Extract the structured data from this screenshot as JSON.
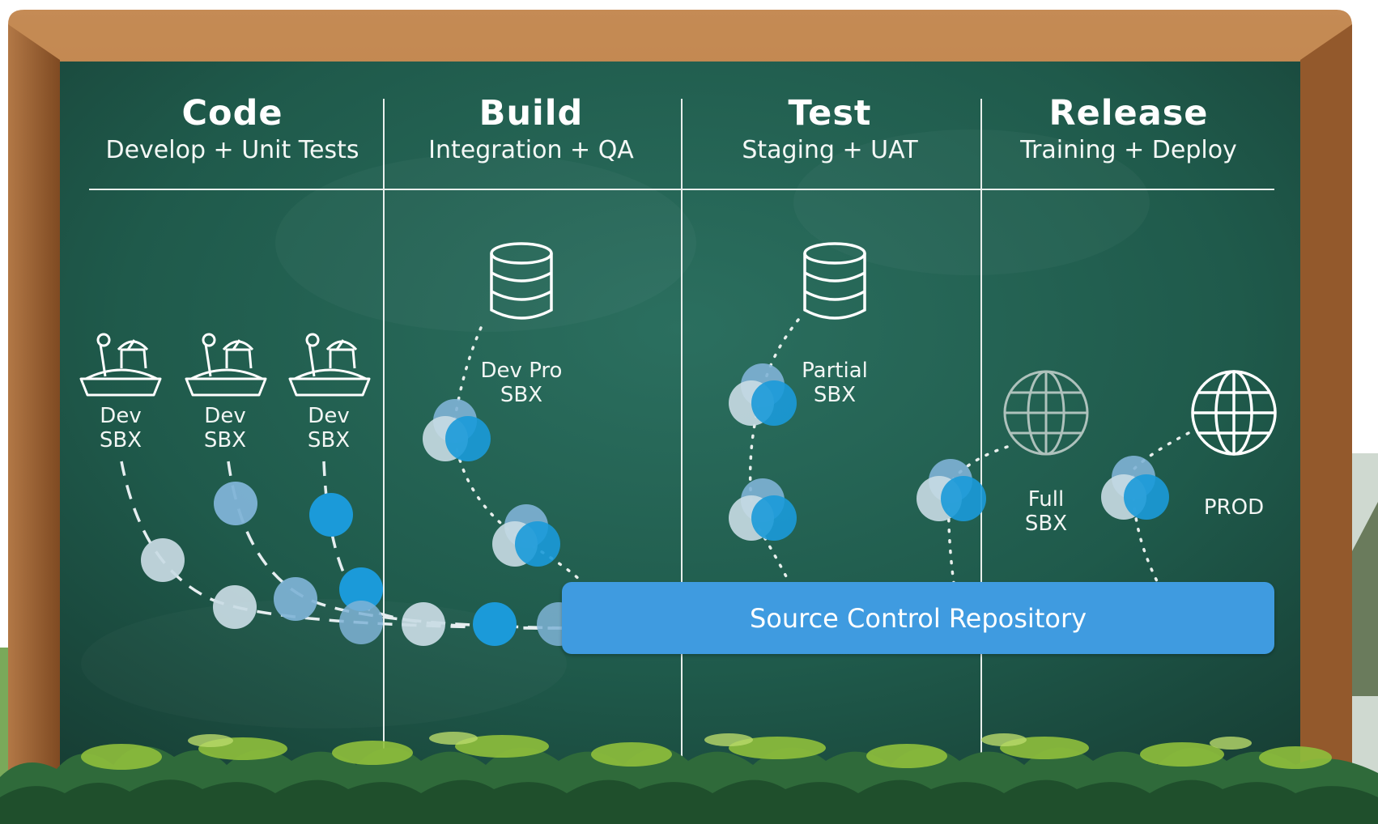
{
  "columns": [
    {
      "title": "Code",
      "subtitle": "Develop + Unit Tests"
    },
    {
      "title": "Build",
      "subtitle": "Integration + QA"
    },
    {
      "title": "Test",
      "subtitle": "Staging + UAT"
    },
    {
      "title": "Release",
      "subtitle": "Training + Deploy"
    }
  ],
  "nodes": {
    "dev_sbx_1": {
      "line1": "Dev",
      "line2": "SBX",
      "icon": "sandbox-icon"
    },
    "dev_sbx_2": {
      "line1": "Dev",
      "line2": "SBX",
      "icon": "sandbox-icon"
    },
    "dev_sbx_3": {
      "line1": "Dev",
      "line2": "SBX",
      "icon": "sandbox-icon"
    },
    "dev_pro_sbx": {
      "line1": "Dev Pro",
      "line2": "SBX",
      "icon": "database-icon"
    },
    "partial_sbx": {
      "line1": "Partial",
      "line2": "SBX",
      "icon": "database-icon"
    },
    "full_sbx": {
      "line1": "Full",
      "line2": "SBX",
      "icon": "globe-icon"
    },
    "prod": {
      "line1": "PROD",
      "icon": "globe-icon"
    }
  },
  "repository": {
    "label": "Source Control Repository"
  },
  "colors": {
    "board": "#1f5b4c",
    "frame": "#a0683a",
    "repo_bar": "#3f9be0",
    "dot_light": "#c9dbe4",
    "dot_mid": "#7fb3d6",
    "dot_bright": "#1b9ad9"
  }
}
